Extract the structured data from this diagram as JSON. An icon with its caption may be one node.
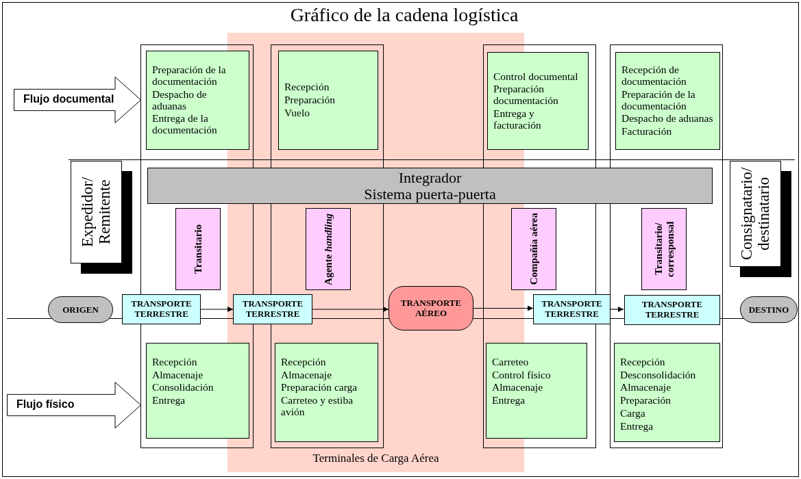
{
  "diagram": {
    "title": "Gráfico de la cadena logística",
    "nodes": [
      {
        "text": [
          "Terminales de Carga Aérea"
        ]
      },
      {
        "text": [],
        "shape": "box"
      },
      {
        "text": [],
        "shape": "box",
        "in": 0
      },
      {
        "text": [],
        "shape": "box"
      },
      {
        "text": [],
        "shape": "box"
      },
      {
        "text": [
          "Preparación de la documentación",
          "Despacho de aduanas",
          "Entrega de la documentación"
        ],
        "in": 1
      },
      {
        "text": [
          "Recepción",
          "Preparación",
          "Vuelo"
        ],
        "in": 2
      },
      {
        "text": [
          "Control documental",
          "Preparación documentación",
          "Entrega y facturación"
        ],
        "in": 3
      },
      {
        "text": [
          "Recepción de documentación",
          "Preparación de la documentación",
          "Despacho de aduanas",
          "Facturación"
        ],
        "in": 4
      },
      {
        "text": [
          "Flujo documental"
        ]
      },
      {
        "text": [
          "Expedidor/ Remitente"
        ]
      },
      {
        "text": [
          "Integrador",
          "Sistema puerta-puerta"
        ]
      },
      {
        "text": [
          "Consignatario/ destinatario"
        ]
      },
      {
        "text": [
          "Transitario"
        ],
        "in": 1
      },
      {
        "text": [
          "Agente *handling*"
        ],
        "in": 2
      },
      {
        "text": [
          "Compañía aérea"
        ],
        "in": 3
      },
      {
        "text": [
          "Transitario/ corresponsal"
        ],
        "in": 4
      },
      {
        "text": [
          "ORIGEN"
        ]
      },
      {
        "text": [
          "TRANSPORTE TERRESTRE"
        ]
      },
      {
        "text": [
          "TRANSPORTE TERRESTRE"
        ],
        "in": 0
      },
      {
        "text": [
          "TRANSPORTE AÉREO"
        ],
        "in": 0
      },
      {
        "text": [
          "TRANSPORTE TERRESTRE"
        ]
      },
      {
        "text": [
          "TRANSPORTE TERRESTRE"
        ],
        "in": 4
      },
      {
        "text": [
          "DESTINO"
        ]
      },
      {
        "text": [
          "Flujo físico"
        ]
      },
      {
        "text": [
          "Recepción",
          "Almacenaje",
          "Consolidación",
          "Entrega"
        ],
        "in": 1
      },
      {
        "text": [
          "Recepción",
          "Almacenaje",
          "Preparación carga",
          "Carreteo y estiba avión"
        ],
        "in": 2
      },
      {
        "text": [
          "Carreteo",
          "Control físico",
          "Almacenaje",
          "Entrega"
        ],
        "in": 3
      },
      {
        "text": [
          "Recepción",
          "Desconsolidación",
          "Almacenaje",
          "Preparación",
          "Carga",
          "Entrega"
        ],
        "in": 4
      }
    ],
    "edges": [
      {
        "from": 18,
        "to": 19,
        "arrow": "to"
      },
      {
        "from": 19,
        "to": 20,
        "arrow": "to"
      },
      {
        "from": 20,
        "to": 21,
        "arrow": "to"
      },
      {
        "from": 21,
        "to": 22,
        "arrow": "to"
      }
    ]
  }
}
